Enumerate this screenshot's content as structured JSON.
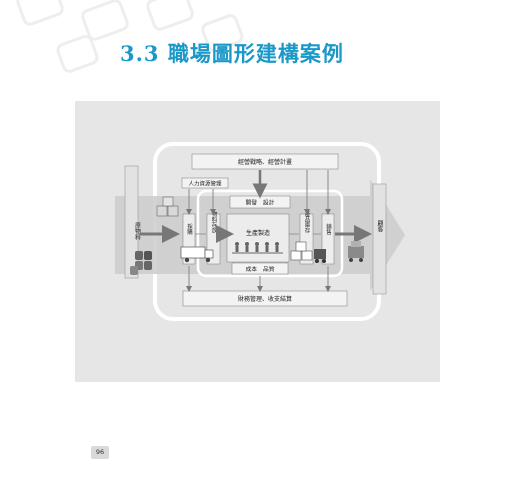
{
  "page": {
    "title": "3.3 職場圖形建構案例",
    "page_number": "96"
  },
  "diagram": {
    "strategy": "經營戰略、經營計畫",
    "hr": "人力資源管理",
    "development": "開發　設計",
    "raw_material": "原物料",
    "procurement": "採購",
    "material_storage": "物料存放",
    "production": "生產製造",
    "product_inventory": "產品庫存",
    "sales": "銷售",
    "customer": "顧客",
    "cost_quality": "成本　品質",
    "finance": "財務管理、收支結算"
  },
  "colors": {
    "title": "#1a98c8",
    "figure_bg": "#e6e6e6",
    "flow_band": "#c9c9c9",
    "arrow": "#777777"
  }
}
